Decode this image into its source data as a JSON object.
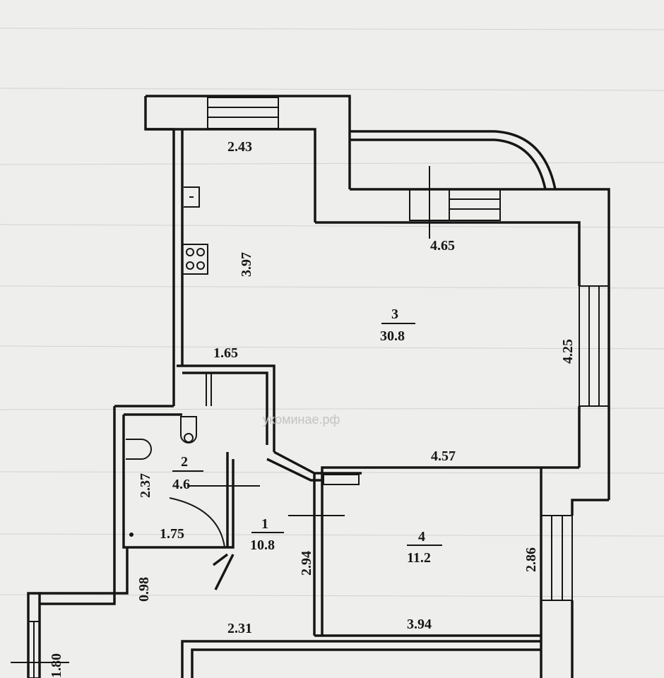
{
  "rooms": [
    {
      "number": "1",
      "area": "10.8"
    },
    {
      "number": "2",
      "area": "4.6"
    },
    {
      "number": "3",
      "area": "30.8"
    },
    {
      "number": "4",
      "area": "11.2"
    }
  ],
  "dimensions": {
    "d1": "2.43",
    "d2": "3.97",
    "d3": "1.65",
    "d4": "4.65",
    "d5": "4.25",
    "d6": "4.57",
    "d7": "2.37",
    "d8": "1.75",
    "d9": "2.94",
    "d10": "2.86",
    "d11": "0.98",
    "d12": "2.31",
    "d13": "3.94",
    "d14": "1.80"
  },
  "watermark": "укоминае.рф"
}
